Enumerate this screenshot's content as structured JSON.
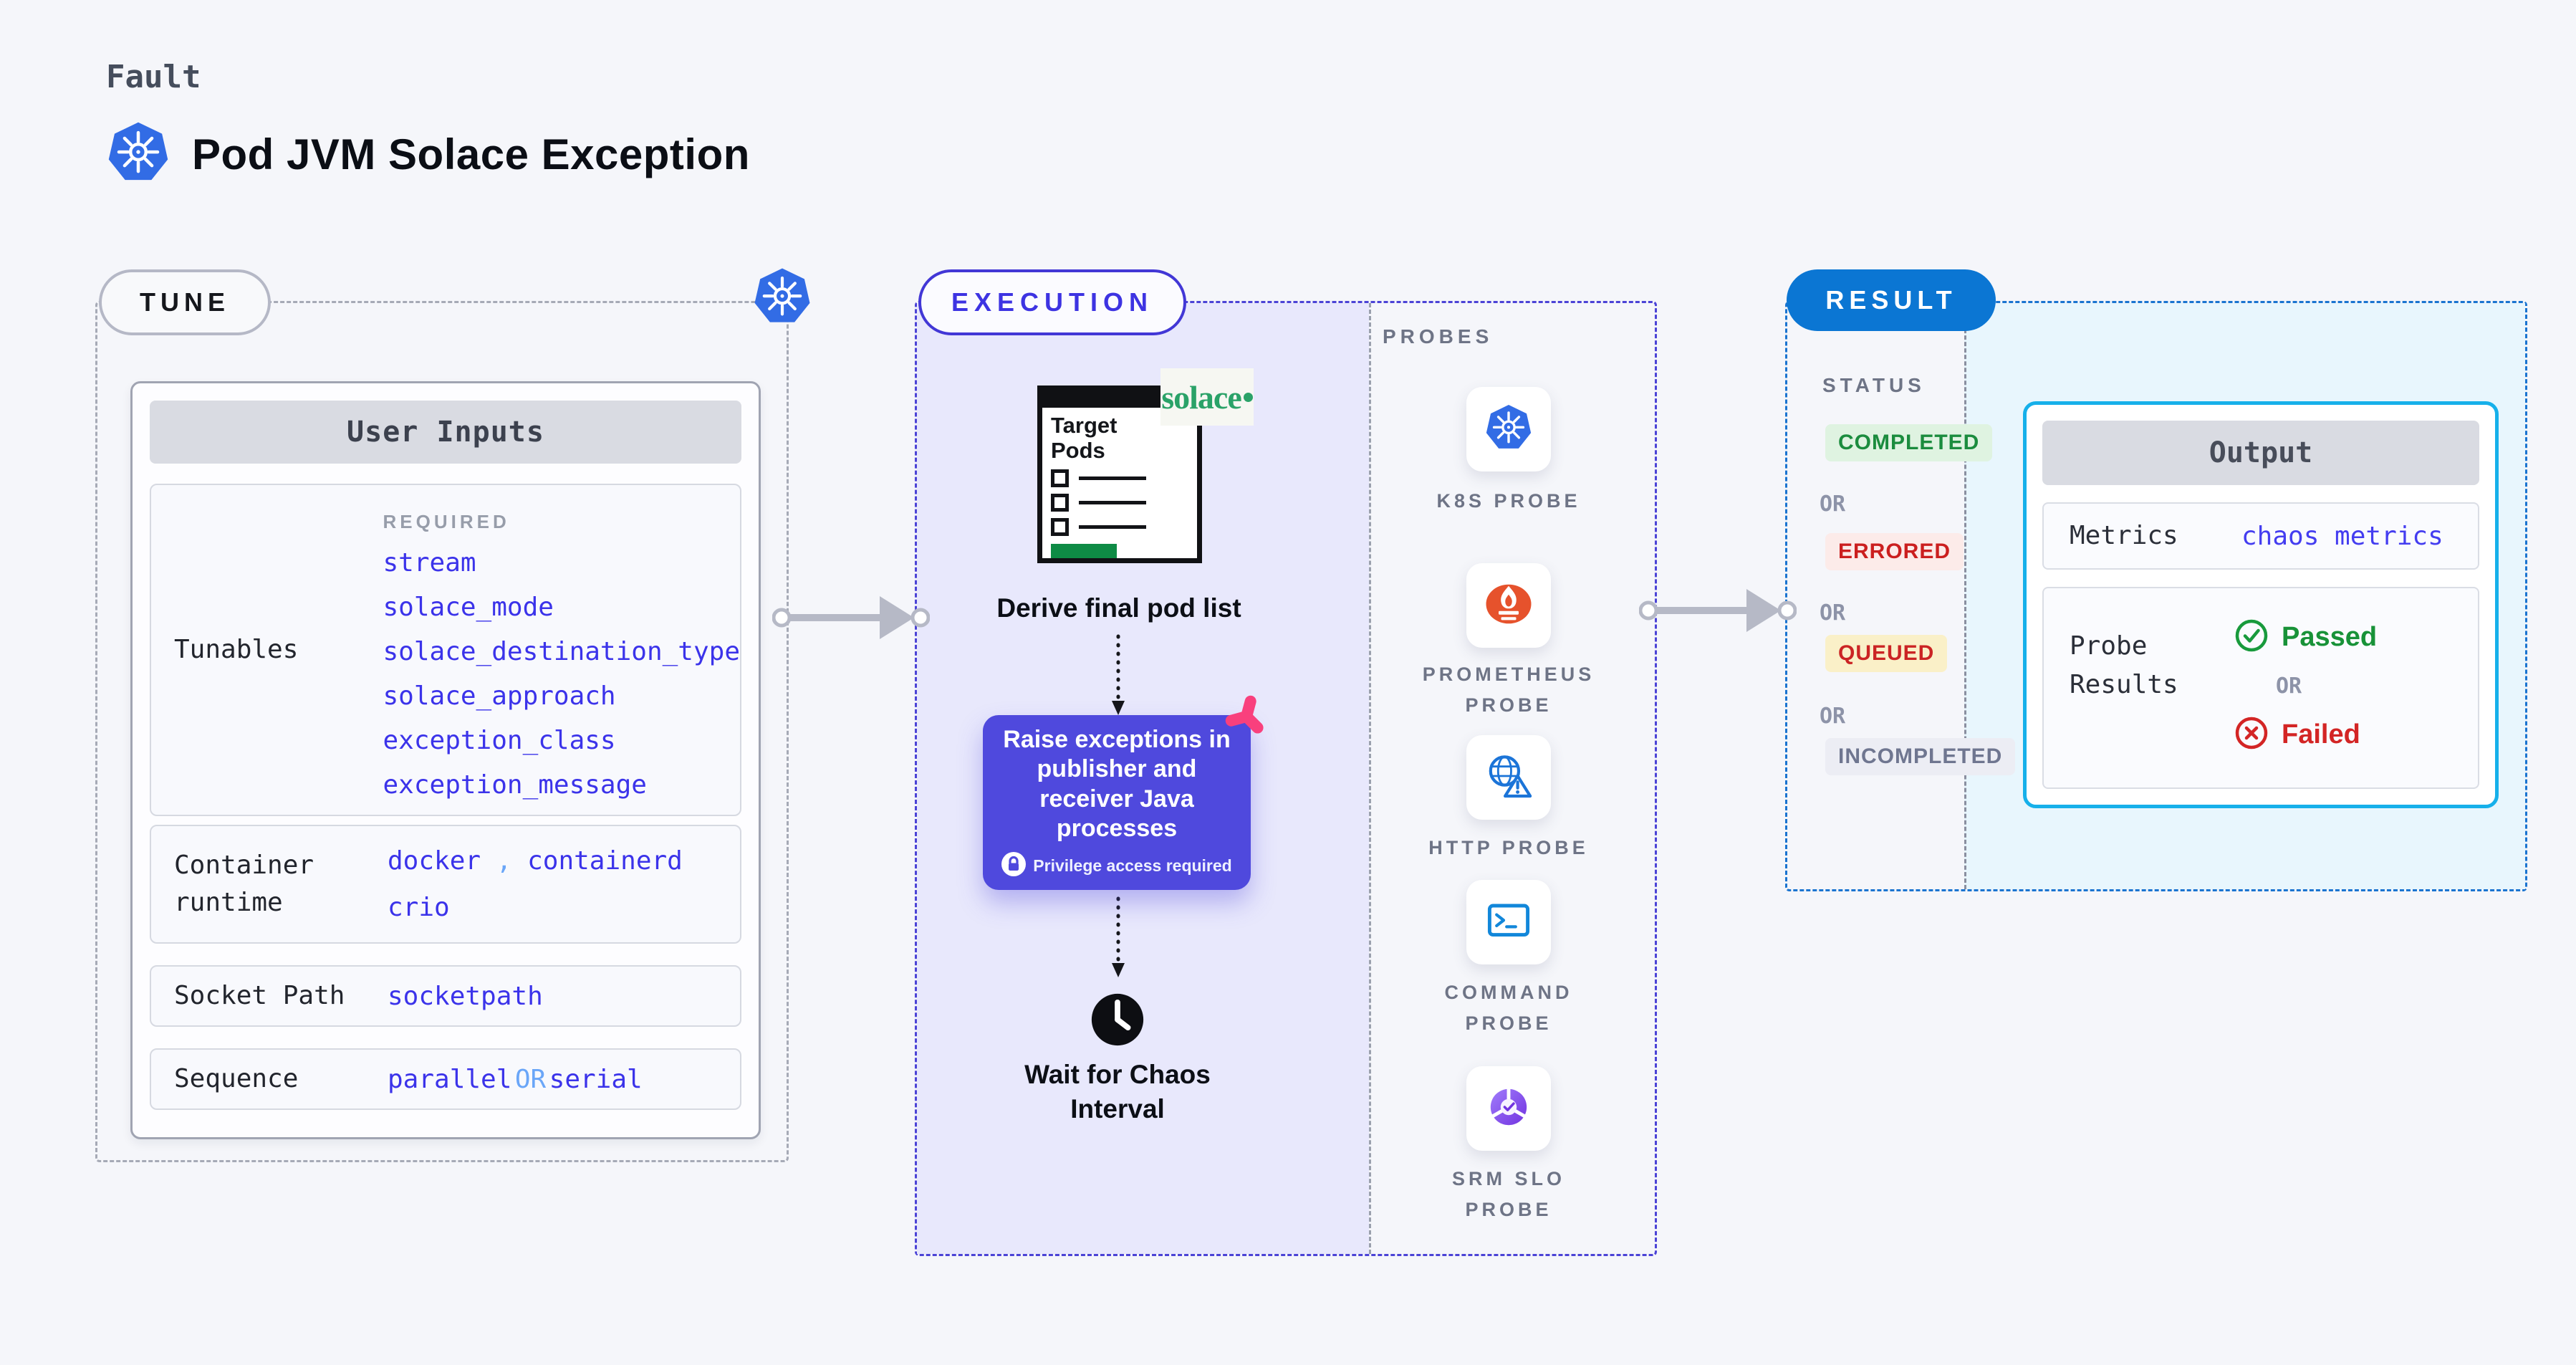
{
  "page": {
    "eyebrow": "Fault",
    "title": "Pod JVM Solace Exception"
  },
  "colors": {
    "accent_indigo": "#4f49dd",
    "execution_border": "#4b43d6",
    "result_blue": "#0b76d3",
    "output_border": "#16b0ea",
    "code_indigo": "#3b33ea",
    "code_light_blue": "#6aa6f8",
    "passed_green": "#189238",
    "failed_red": "#d32525",
    "solace_green": "#2aa268"
  },
  "tune": {
    "pill": "TUNE",
    "card_title": "User Inputs",
    "tunables": {
      "label": "Tunables",
      "required_label": "REQUIRED",
      "values": [
        "stream",
        "solace_mode",
        "solace_destination_type",
        "solace_approach",
        "exception_class",
        "exception_message"
      ]
    },
    "container_runtime": {
      "label": "Container runtime",
      "value1": "docker",
      "separator": ",",
      "value2": "containerd",
      "value3": "crio"
    },
    "socket_path": {
      "label": "Socket Path",
      "value": "socketpath"
    },
    "sequence": {
      "label": "Sequence",
      "value1": "parallel",
      "or": "OR",
      "value2": "serial"
    }
  },
  "execution": {
    "pill": "EXECUTION",
    "window_title": "Target Pods",
    "solace_logo": "solace",
    "derive_caption": "Derive final pod list",
    "raise_text": "Raise exceptions in publisher and receiver Java processes",
    "privilege_note": "Privilege access required",
    "wait_caption": "Wait for Chaos Interval",
    "probes_heading": "PROBES",
    "probes": [
      {
        "label": "K8S PROBE",
        "icon": "kubernetes-icon"
      },
      {
        "label": "PROMETHEUS PROBE",
        "icon": "prometheus-icon"
      },
      {
        "label": "HTTP PROBE",
        "icon": "globe-warning-icon"
      },
      {
        "label": "COMMAND PROBE",
        "icon": "terminal-icon"
      },
      {
        "label": "SRM SLO PROBE",
        "icon": "slo-gauge-icon"
      }
    ]
  },
  "result": {
    "pill": "RESULT",
    "status_heading": "STATUS",
    "or_label": "OR",
    "statuses": [
      {
        "label": "COMPLETED",
        "color": "#1b8c3e",
        "bg": "#dff3e1"
      },
      {
        "label": "ERRORED",
        "color": "#cb1f1f",
        "bg": "#fcebe9"
      },
      {
        "label": "QUEUED",
        "color": "#cb2424",
        "bg": "#faf0c8"
      },
      {
        "label": "INCOMPLETED",
        "color": "#6f7690",
        "bg": "#ecedf4"
      }
    ],
    "output": {
      "title": "Output",
      "metrics_label": "Metrics",
      "metrics_value": "chaos metrics",
      "probe_results_label": "Probe Results",
      "passed_label": "Passed",
      "or_label": "OR",
      "failed_label": "Failed"
    }
  }
}
